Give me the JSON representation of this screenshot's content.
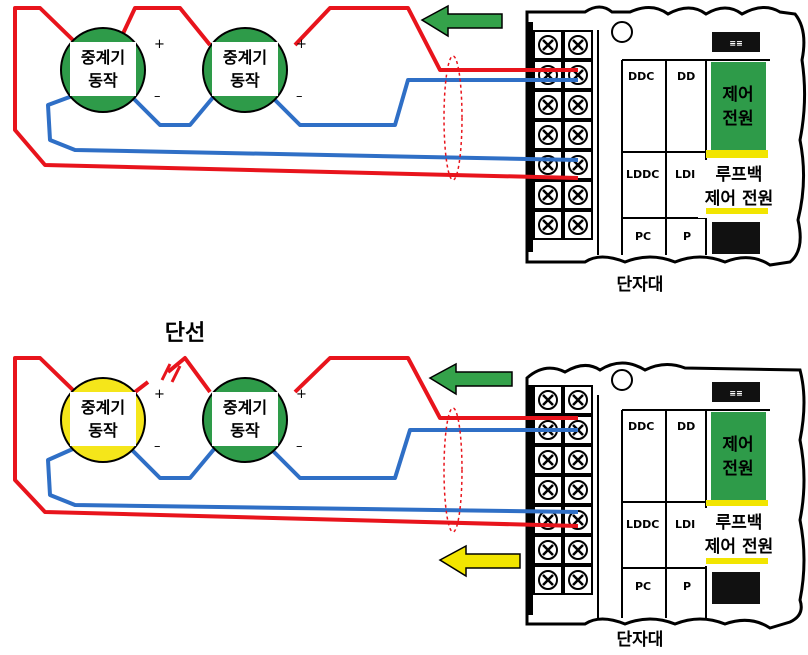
{
  "colors": {
    "red_wire": "#e8141c",
    "blue_wire": "#2f6fc6",
    "relay_active": "#2e9b49",
    "relay_fault": "#f5e61a",
    "green_arrow": "#34a24a",
    "yellow_arrow": "#f2e500",
    "power_box": "#2e9b49",
    "highlight_bar": "#f2e500"
  },
  "icons": [
    "arrow-left-icon",
    "screw-terminal-icon",
    "wire-break-icon"
  ],
  "top": {
    "relay_left": {
      "line1": "중계기",
      "line2": "동작"
    },
    "relay_right": {
      "line1": "중계기",
      "line2": "동작"
    },
    "plus": "+",
    "minus": "–",
    "panel": {
      "ddc": "DDC",
      "dd": "DD",
      "lddc": "LDDC",
      "ld": "LDI",
      "pc": "PC",
      "p": "P",
      "power_box_line1": "제어",
      "power_box_line2": "전원",
      "loop_label_line1": "루프백",
      "loop_label_line2": "제어 전원"
    },
    "terminal_caption": "단자대"
  },
  "bottom": {
    "break_label": "단선",
    "relay_left": {
      "line1": "중계기",
      "line2": "동작"
    },
    "relay_right": {
      "line1": "중계기",
      "line2": "동작"
    },
    "plus": "+",
    "minus": "–",
    "panel": {
      "ddc": "DDC",
      "dd": "DD",
      "lddc": "LDDC",
      "ld": "LDI",
      "pc": "PC",
      "p": "P",
      "power_box_line1": "제어",
      "power_box_line2": "전원",
      "loop_label_line1": "루프백",
      "loop_label_line2": "제어 전원"
    },
    "terminal_caption": "단자대"
  }
}
